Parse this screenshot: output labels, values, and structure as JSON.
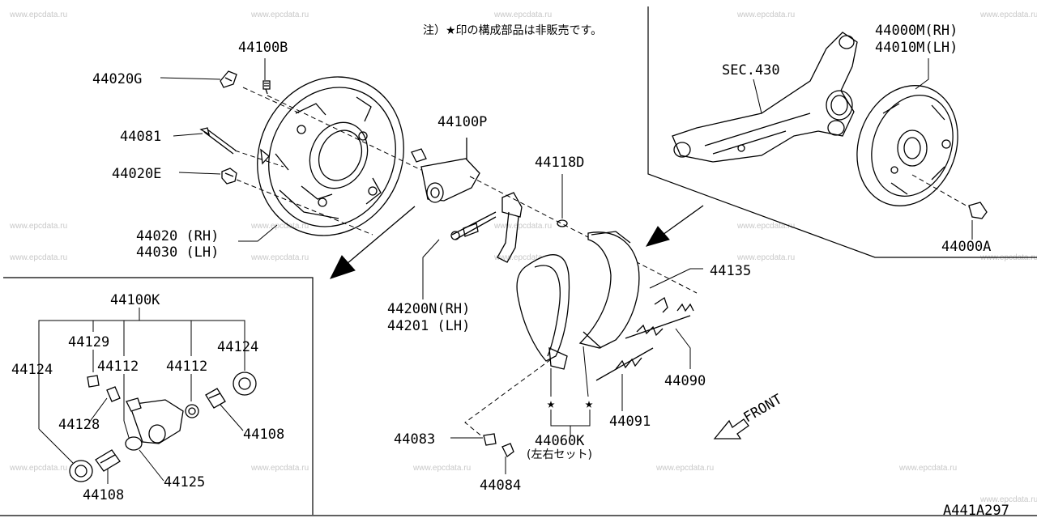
{
  "note": "注）★印の構成部品は非販売です。",
  "diagram_code": "A441A297",
  "front_label": "FRONT",
  "watermark": "www.epcdata.ru",
  "labels": {
    "p44100B": "44100B",
    "p44020G": "44020G",
    "p44081": "44081",
    "p44020E": "44020E",
    "p44020RH": "44020 (RH)",
    "p44030LH": "44030 (LH)",
    "p44100P": "44100P",
    "p44118D": "44118D",
    "p44200N": "44200N(RH)",
    "p44201": "44201  (LH)",
    "p44135": "44135",
    "p44090": "44090",
    "p44091": "44091",
    "p44083": "44083",
    "p44084": "44084",
    "p44060K": "44060K",
    "p44060K_sub": "(左右セット)",
    "sec430": "SEC.430",
    "p44000M": "44000M(RH)",
    "p44010M": "44010M(LH)",
    "p44000A": "44000A",
    "p44100K": "44100K",
    "p44129": "44129",
    "p44124_left": "44124",
    "p44124_right": "44124",
    "p44112_a": "44112",
    "p44112_b": "44112",
    "p44128": "44128",
    "p44108_right": "44108",
    "p44108_bottom": "44108",
    "p44125": "44125",
    "star": "★"
  }
}
